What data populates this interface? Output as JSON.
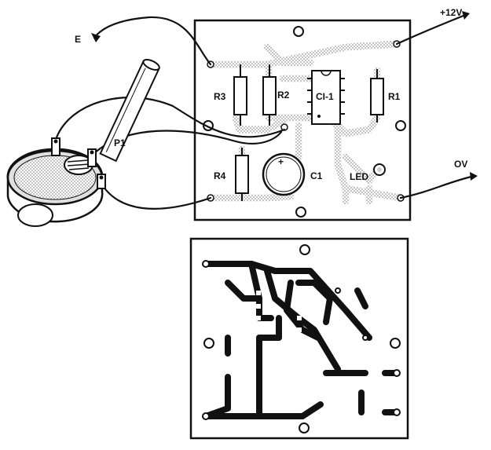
{
  "labels": {
    "e": "E",
    "v12": "+12V",
    "ov": "OV",
    "p1": "P1",
    "r3": "R3",
    "r2": "R2",
    "ci1": "CI-1",
    "r1": "R1",
    "r4": "R4",
    "c1": "C1",
    "led": "LED",
    "c1_polarity": "+"
  },
  "colors": {
    "ink": "#111111",
    "board": "#ffffff",
    "copper_tint": "#cfcfcf",
    "copper_trace": "#111111"
  }
}
